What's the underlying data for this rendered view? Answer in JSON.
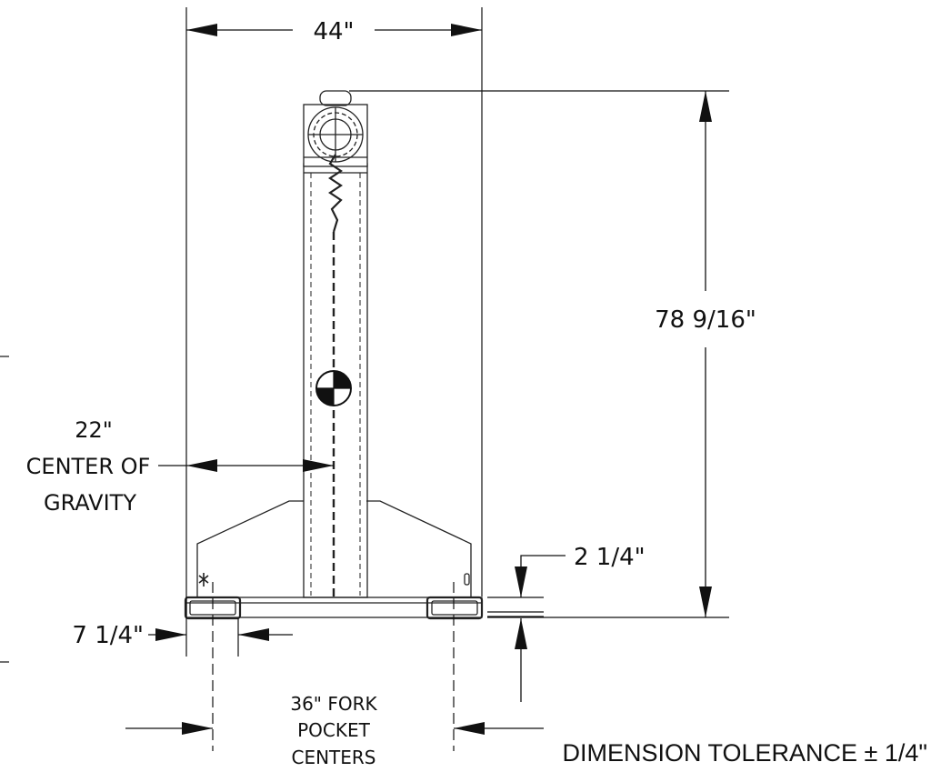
{
  "dimensions": {
    "overall_width": "44\"",
    "overall_height": "78 9/16\"",
    "cog_distance": "22\"",
    "cog_label_line1": "CENTER OF",
    "cog_label_line2": "GRAVITY",
    "fork_pocket_height": "2 1/4\"",
    "fork_pocket_width": "7 1/4\"",
    "fork_centers_line1": "36\" FORK",
    "fork_centers_line2": "POCKET",
    "fork_centers_line3": "CENTERS"
  },
  "note": "DIMENSION TOLERANCE ± 1/4\""
}
